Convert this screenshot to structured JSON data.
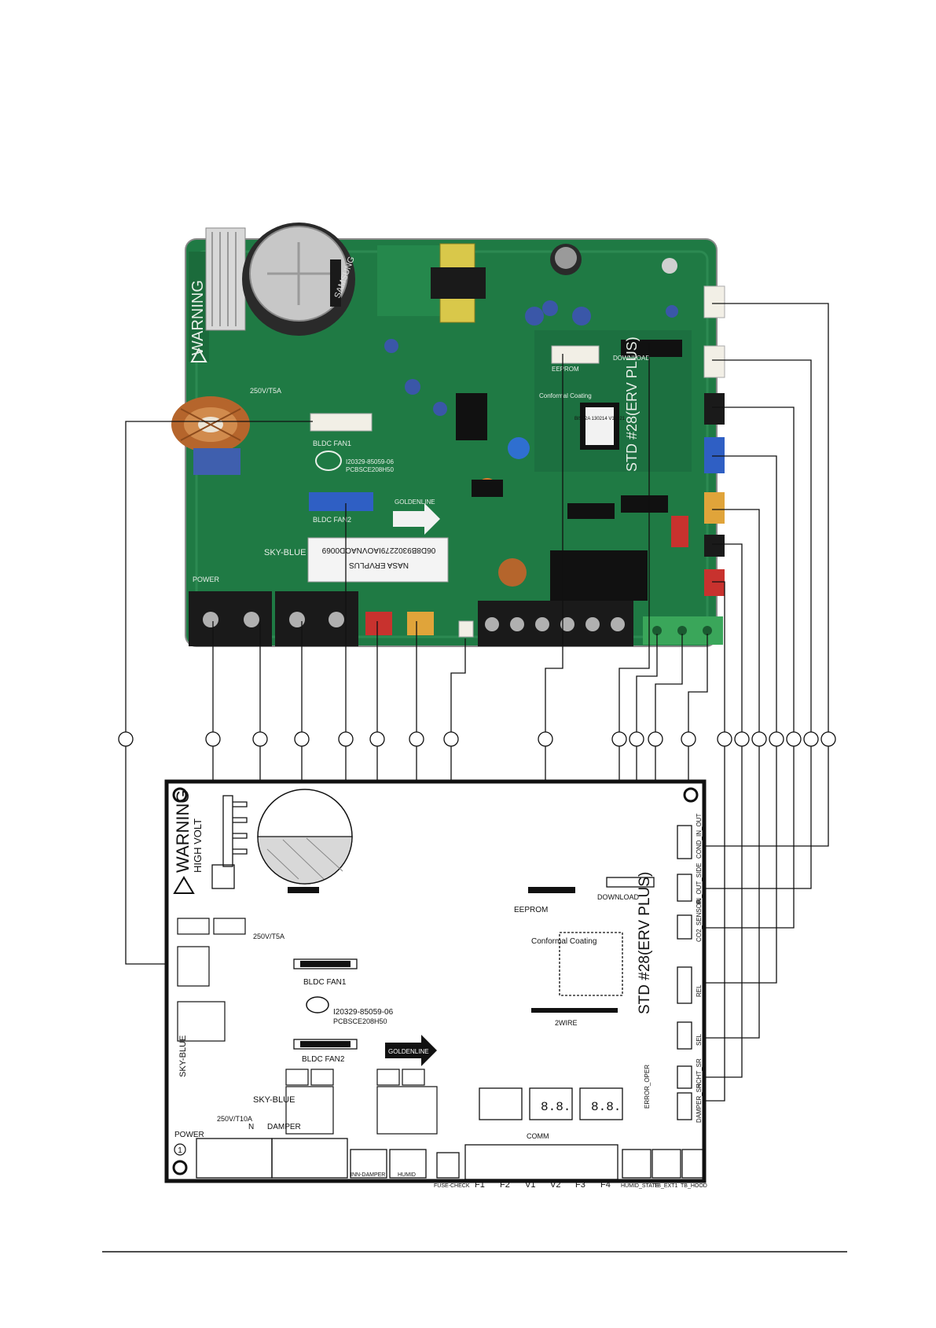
{
  "photo": {
    "warning_text": "WARNING",
    "bldc_fan1": "BLDC FAN1",
    "bldc_fan2": "BLDC FAN2",
    "sky_blue": "SKY-BLUE",
    "power": "POWER",
    "fuse": "250V/T5A",
    "samsung": "SAMSUNG",
    "part_code": "I20329-85059-06",
    "pcb_code": "PCBSCE208H50",
    "label_line1": "06D8B9302279IAOVNAOD0069",
    "label_line2": "NASA ERVPLUS",
    "eeprom": "EEPROM",
    "download": "DOWNLOAD",
    "conformal": "Conformal Coating",
    "std_text": "STD #28(ERV PLUS)",
    "goldenline": "GOLDENLINE",
    "chip_text": "BIS12A 130214 V13021"
  },
  "schematic": {
    "warning": "WARNING",
    "high_volt": "HIGH VOLT",
    "fuse_top": "250V/T5A",
    "bldc_fan1": "BLDC FAN1",
    "bldc_fan2": "BLDC FAN2",
    "goldenline": "GOLDENLINE",
    "part_code": "I20329-85059-06",
    "pcb_code": "PCBSCE208H50",
    "sky_blue_left": "SKY-BLUE",
    "sky_blue_mid": "SKY-BLUE",
    "damper": "DAMPER",
    "n_label": "N",
    "fuse_bottom": "250V/T10A",
    "power": "POWER",
    "eeprom": "EEPROM",
    "download": "DOWNLOAD",
    "conformal": "Conformal Coating",
    "std_text": "STD #28(ERV PLUS)",
    "two_wire": "2WIRE",
    "comm": "COMM",
    "error_oper": "ERROR_OPER",
    "seg_text": "8.8.",
    "terminal_labels": [
      "F1",
      "F2",
      "V1",
      "V2",
      "F3",
      "F4"
    ],
    "bottom_labels": [
      "INN-DAMPER",
      "HUMID",
      "FUSE-CHECK",
      "HUMID_STATE",
      "TB_EXT1",
      "TB_HOOD"
    ],
    "right_labels": [
      "COND_IN_OUT",
      "IN_OUT_SIDE",
      "CO2_SENSOR",
      "REL",
      "SEL",
      "HCHT_SR",
      "DAMPER_SR"
    ],
    "circle_number": "1"
  },
  "colors": {
    "pcb_green": "#1f7a44",
    "pcb_dark": "#0f4a26",
    "connector_white": "#f2efe6",
    "connector_blue": "#2f5fc4",
    "connector_red": "#c8322e",
    "connector_orange": "#e0a43a",
    "terminal_black": "#1a1a1a",
    "terminal_green": "#3aa65a",
    "line": "#111111"
  },
  "icons": [
    "warning-triangle-icon",
    "samsung-logo-icon",
    "arrow-right-icon",
    "capacitor-icon",
    "transformer-icon",
    "coil-icon"
  ]
}
